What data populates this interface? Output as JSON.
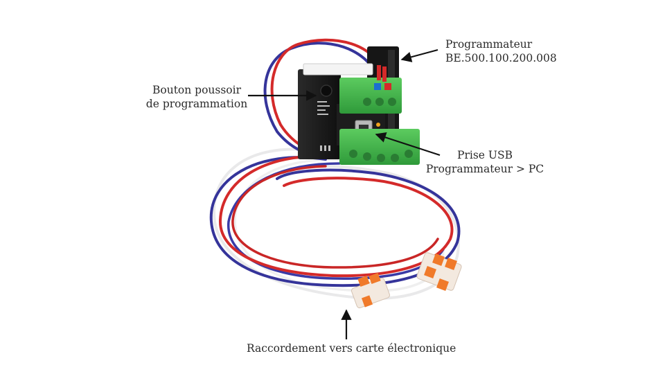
{
  "colors": {
    "background": "#ffffff",
    "wire_red": "#d42a2a",
    "wire_blue": "#35349a",
    "wire_white": "#e9e9ea",
    "terminal_green": "#3fb24a",
    "enclosure_black": "#1a1a1a",
    "connector_orange": "#f07a2a",
    "arrow": "#111111",
    "text": "#2b2b2b"
  },
  "annotations": {
    "programmateur": {
      "line1": "Programmateur",
      "line2": "BE.500.100.200.008"
    },
    "bouton": {
      "line1": "Bouton poussoir",
      "line2": "de programmation"
    },
    "usb": {
      "line1": "Prise USB",
      "line2": "Programmateur > PC"
    },
    "raccordement": {
      "text": "Raccordement vers carte électronique"
    }
  }
}
